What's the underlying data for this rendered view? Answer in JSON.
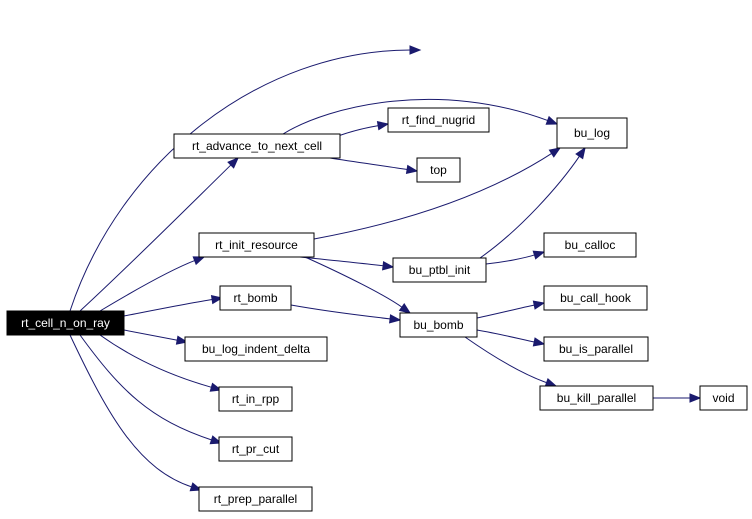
{
  "colors": {
    "edge": "#1a1a6e",
    "root_fill": "#000000",
    "root_text": "#ffffff",
    "node_fill": "#ffffff",
    "node_text": "#000000"
  },
  "nodes": [
    {
      "id": "rt_cell_n_on_ray",
      "label": "rt_cell_n_on_ray",
      "root": true
    },
    {
      "id": "rt_advance_to_next_cell",
      "label": "rt_advance_to_next_cell"
    },
    {
      "id": "rt_find_nugrid",
      "label": "rt_find_nugrid"
    },
    {
      "id": "top",
      "label": "top"
    },
    {
      "id": "bu_log",
      "label": "bu_log"
    },
    {
      "id": "rt_init_resource",
      "label": "rt_init_resource"
    },
    {
      "id": "bu_ptbl_init",
      "label": "bu_ptbl_init"
    },
    {
      "id": "bu_calloc",
      "label": "bu_calloc"
    },
    {
      "id": "rt_bomb",
      "label": "rt_bomb"
    },
    {
      "id": "bu_bomb",
      "label": "bu_bomb"
    },
    {
      "id": "bu_call_hook",
      "label": "bu_call_hook"
    },
    {
      "id": "bu_is_parallel",
      "label": "bu_is_parallel"
    },
    {
      "id": "bu_kill_parallel",
      "label": "bu_kill_parallel"
    },
    {
      "id": "void",
      "label": "void"
    },
    {
      "id": "bu_log_indent_delta",
      "label": "bu_log_indent_delta"
    },
    {
      "id": "rt_in_rpp",
      "label": "rt_in_rpp"
    },
    {
      "id": "rt_pr_cut",
      "label": "rt_pr_cut"
    },
    {
      "id": "rt_prep_parallel",
      "label": "rt_prep_parallel"
    }
  ],
  "edges": [
    {
      "from": "rt_cell_n_on_ray",
      "to": "bu_log"
    },
    {
      "from": "rt_cell_n_on_ray",
      "to": "rt_advance_to_next_cell"
    },
    {
      "from": "rt_cell_n_on_ray",
      "to": "rt_init_resource"
    },
    {
      "from": "rt_cell_n_on_ray",
      "to": "rt_bomb"
    },
    {
      "from": "rt_cell_n_on_ray",
      "to": "bu_log_indent_delta"
    },
    {
      "from": "rt_cell_n_on_ray",
      "to": "rt_in_rpp"
    },
    {
      "from": "rt_cell_n_on_ray",
      "to": "rt_pr_cut"
    },
    {
      "from": "rt_cell_n_on_ray",
      "to": "rt_prep_parallel"
    },
    {
      "from": "rt_advance_to_next_cell",
      "to": "rt_find_nugrid"
    },
    {
      "from": "rt_advance_to_next_cell",
      "to": "top"
    },
    {
      "from": "rt_advance_to_next_cell",
      "to": "bu_log"
    },
    {
      "from": "rt_init_resource",
      "to": "bu_log"
    },
    {
      "from": "rt_init_resource",
      "to": "bu_ptbl_init"
    },
    {
      "from": "rt_init_resource",
      "to": "bu_bomb"
    },
    {
      "from": "bu_ptbl_init",
      "to": "bu_log"
    },
    {
      "from": "bu_ptbl_init",
      "to": "bu_calloc"
    },
    {
      "from": "rt_bomb",
      "to": "bu_bomb"
    },
    {
      "from": "bu_bomb",
      "to": "bu_call_hook"
    },
    {
      "from": "bu_bomb",
      "to": "bu_is_parallel"
    },
    {
      "from": "bu_bomb",
      "to": "bu_kill_parallel"
    },
    {
      "from": "bu_kill_parallel",
      "to": "void"
    }
  ]
}
